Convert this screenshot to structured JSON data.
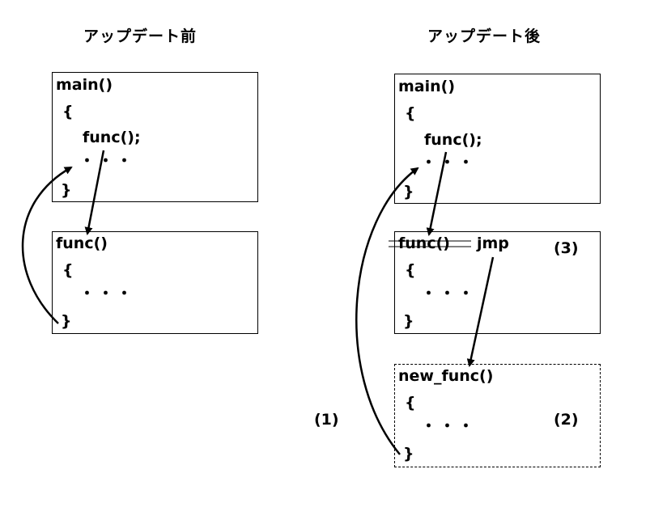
{
  "titles": {
    "before": "アップデート前",
    "after": "アップデート後"
  },
  "before": {
    "main": [
      "main()",
      "{",
      "func();",
      "・・・",
      "}"
    ],
    "func": [
      "func()",
      "{",
      "・・・",
      "}"
    ]
  },
  "after": {
    "main": [
      "main()",
      "{",
      "func();",
      "・・・",
      "}"
    ],
    "func": [
      "func()",
      "jmp",
      "{",
      "・・・",
      "}"
    ],
    "new_func": [
      "new_func()",
      "{",
      "・・・",
      "}"
    ]
  },
  "labels": {
    "one": "(1)",
    "two": "(2)",
    "three": "(3)"
  }
}
